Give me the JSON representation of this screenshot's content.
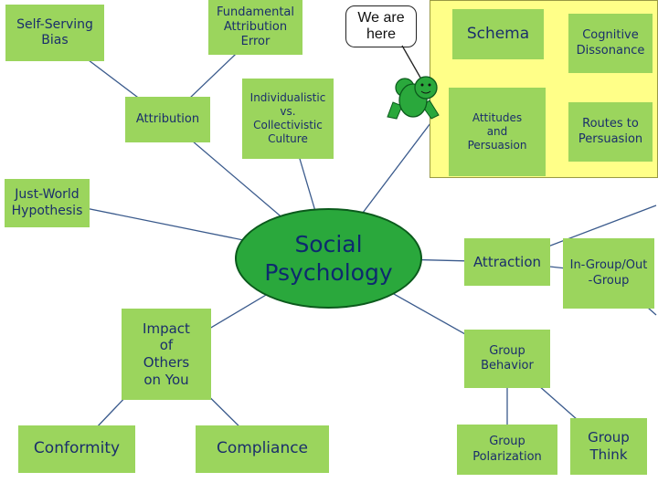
{
  "center": "Social\nPsychology",
  "speech": "We are\nhere",
  "nodes": {
    "self_serving_bias": "Self-Serving\nBias",
    "fundamental_attribution_error": "Fundamental\nAttribution\nError",
    "attribution": "Attribution",
    "individualistic_vs_collectivistic": "Individualistic\nvs.\nCollectivistic\nCulture",
    "just_world": "Just-World\nHypothesis",
    "schema": "Schema",
    "cognitive_dissonance": "Cognitive\nDissonance",
    "attitudes_persuasion": "Attitudes\nand\nPersuasion",
    "routes_persuasion": "Routes to\nPersuasion",
    "attraction": "Attraction",
    "in_group_out_group": "In-Group/Out\n-Group",
    "impact_of_others": "Impact\nof\nOthers\non You",
    "group_behavior": "Group\nBehavior",
    "conformity": "Conformity",
    "compliance": "Compliance",
    "group_polarization": "Group\nPolarization",
    "group_think": "Group\nThink"
  },
  "colors": {
    "box_fill": "#9bd55d",
    "center_fill": "#2aa83c",
    "highlight_fill": "#ffff88",
    "text": "#1a2e6b",
    "line": "#3a5a8c"
  }
}
